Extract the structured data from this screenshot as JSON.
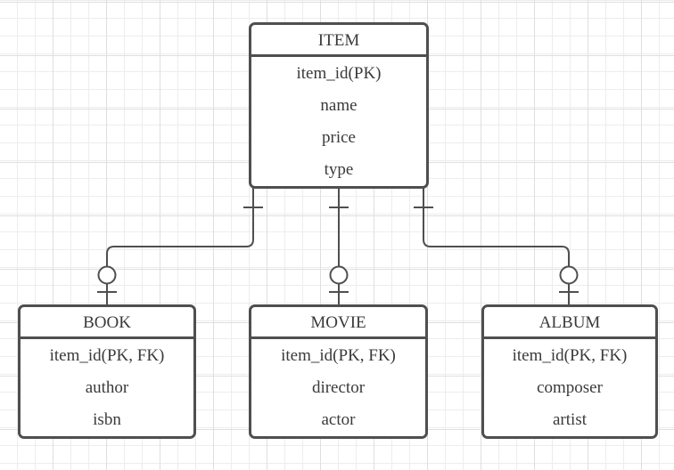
{
  "diagram": {
    "type": "entity-relationship",
    "colors": {
      "line": "#4f4f4f",
      "text": "#3a3a3a",
      "box_fill": "#ffffff",
      "grid_minor": "#ededf0",
      "grid_major": "#dfdfe3"
    },
    "entities": {
      "item": {
        "name": "ITEM",
        "fields": [
          "item_id(PK)",
          "name",
          "price",
          "type"
        ]
      },
      "book": {
        "name": "BOOK",
        "fields": [
          "item_id(PK, FK)",
          "author",
          "isbn"
        ]
      },
      "movie": {
        "name": "MOVIE",
        "fields": [
          "item_id(PK, FK)",
          "director",
          "actor"
        ]
      },
      "album": {
        "name": "ALBUM",
        "fields": [
          "item_id(PK, FK)",
          "composer",
          "artist"
        ]
      }
    },
    "relationships": [
      {
        "from": "ITEM",
        "to": "BOOK",
        "from_cardinality": "one",
        "to_cardinality": "zero-or-one"
      },
      {
        "from": "ITEM",
        "to": "MOVIE",
        "from_cardinality": "one",
        "to_cardinality": "zero-or-one"
      },
      {
        "from": "ITEM",
        "to": "ALBUM",
        "from_cardinality": "one",
        "to_cardinality": "zero-or-one"
      }
    ]
  }
}
